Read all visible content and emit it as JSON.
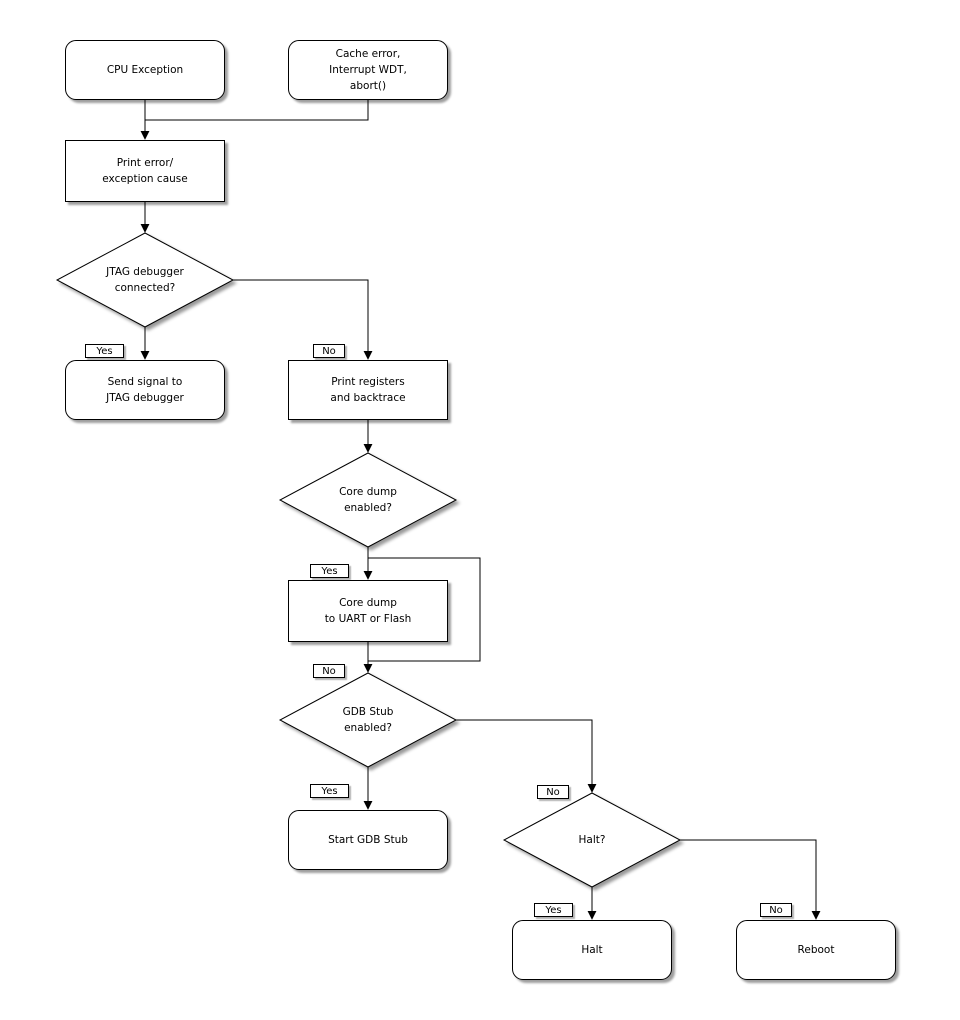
{
  "nodes": {
    "cpu_exception": "CPU Exception",
    "cache_error": "Cache error,\nInterrupt WDT,\nabort()",
    "print_error": "Print error/\nexception cause",
    "jtag_connected": "JTAG debugger\nconnected?",
    "send_signal": "Send signal to\nJTAG debugger",
    "print_registers": "Print registers\nand backtrace",
    "core_dump_enabled": "Core dump\nenabled?",
    "core_dump_dest": "Core dump\nto UART or Flash",
    "gdb_stub_enabled": "GDB Stub\nenabled?",
    "start_gdb_stub": "Start GDB Stub",
    "halt_question": "Halt?",
    "halt": "Halt",
    "reboot": "Reboot"
  },
  "edge_labels": {
    "jtag_yes": "Yes",
    "jtag_no": "No",
    "core_dump_yes": "Yes",
    "core_dump_no": "No",
    "gdb_yes": "Yes",
    "gdb_no": "No",
    "halt_yes": "Yes",
    "halt_no": "No"
  },
  "colors": {
    "background": "#ffffff",
    "node_fill": "#ffffff",
    "line": "#000000",
    "shadow_gray": "#999999"
  }
}
